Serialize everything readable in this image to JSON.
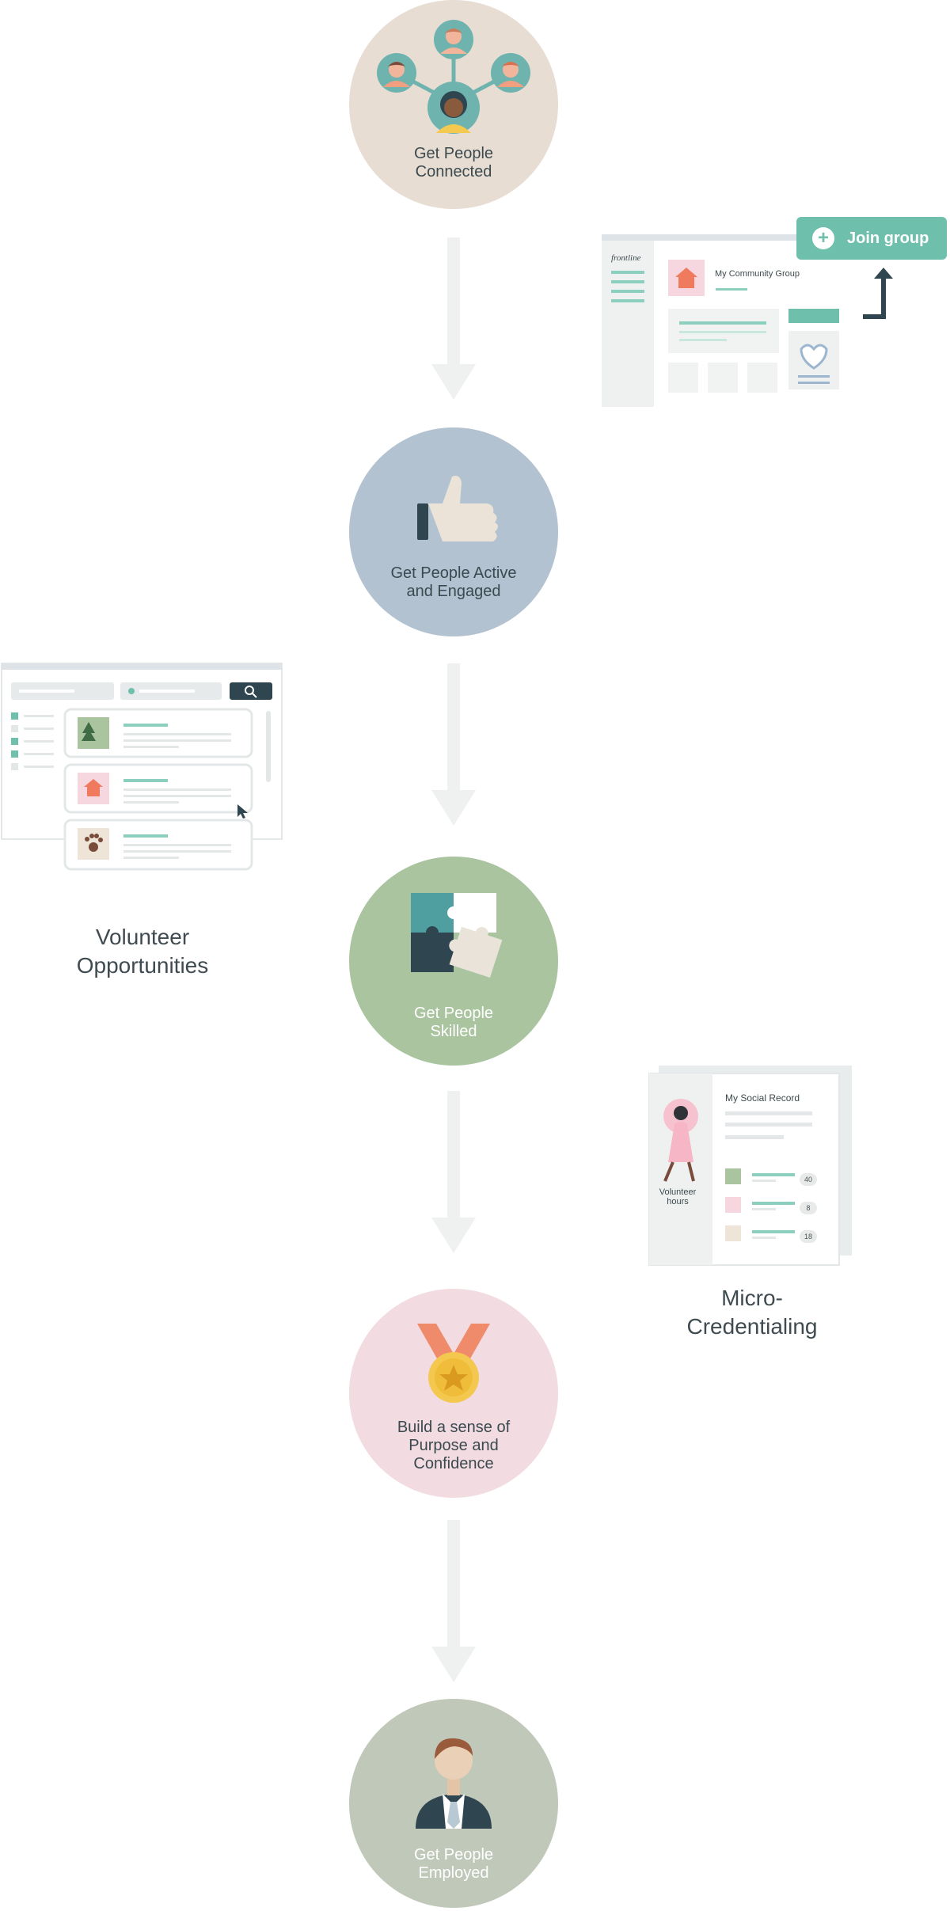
{
  "steps": [
    {
      "label": "Get People\nConnected",
      "icon": "people-network-icon",
      "color": "#e8ddd3"
    },
    {
      "label": "Get People Active\nand Engaged",
      "icon": "thumbs-up-icon",
      "color": "#b2c2d1"
    },
    {
      "label": "Get People\nSkilled",
      "icon": "puzzle-icon",
      "color": "#a9c49f"
    },
    {
      "label": "Build a sense of\nPurpose and\nConfidence",
      "icon": "medal-icon",
      "color": "#f2dbe1"
    },
    {
      "label": "Get People\nEmployed",
      "icon": "employee-icon",
      "color": "#c0c8b9"
    }
  ],
  "group_mockup": {
    "sidebar_title": "frontline",
    "group_name": "My Community Group",
    "join_button": "Join group",
    "icon": "home-heart-icon"
  },
  "volunteer": {
    "caption": "Volunteer\nOpportunities",
    "icons": [
      "trees-icon",
      "home-heart-icon",
      "paw-icon"
    ]
  },
  "credential": {
    "caption": "Micro-\nCredentialing",
    "record_title": "My Social Record",
    "hours_label": "Volunteer\nhours",
    "badges": [
      "40",
      "8",
      "18"
    ]
  },
  "colors": {
    "accent": "#6fbfad",
    "arrow": "#eef1f0",
    "dark": "#2f4550"
  }
}
